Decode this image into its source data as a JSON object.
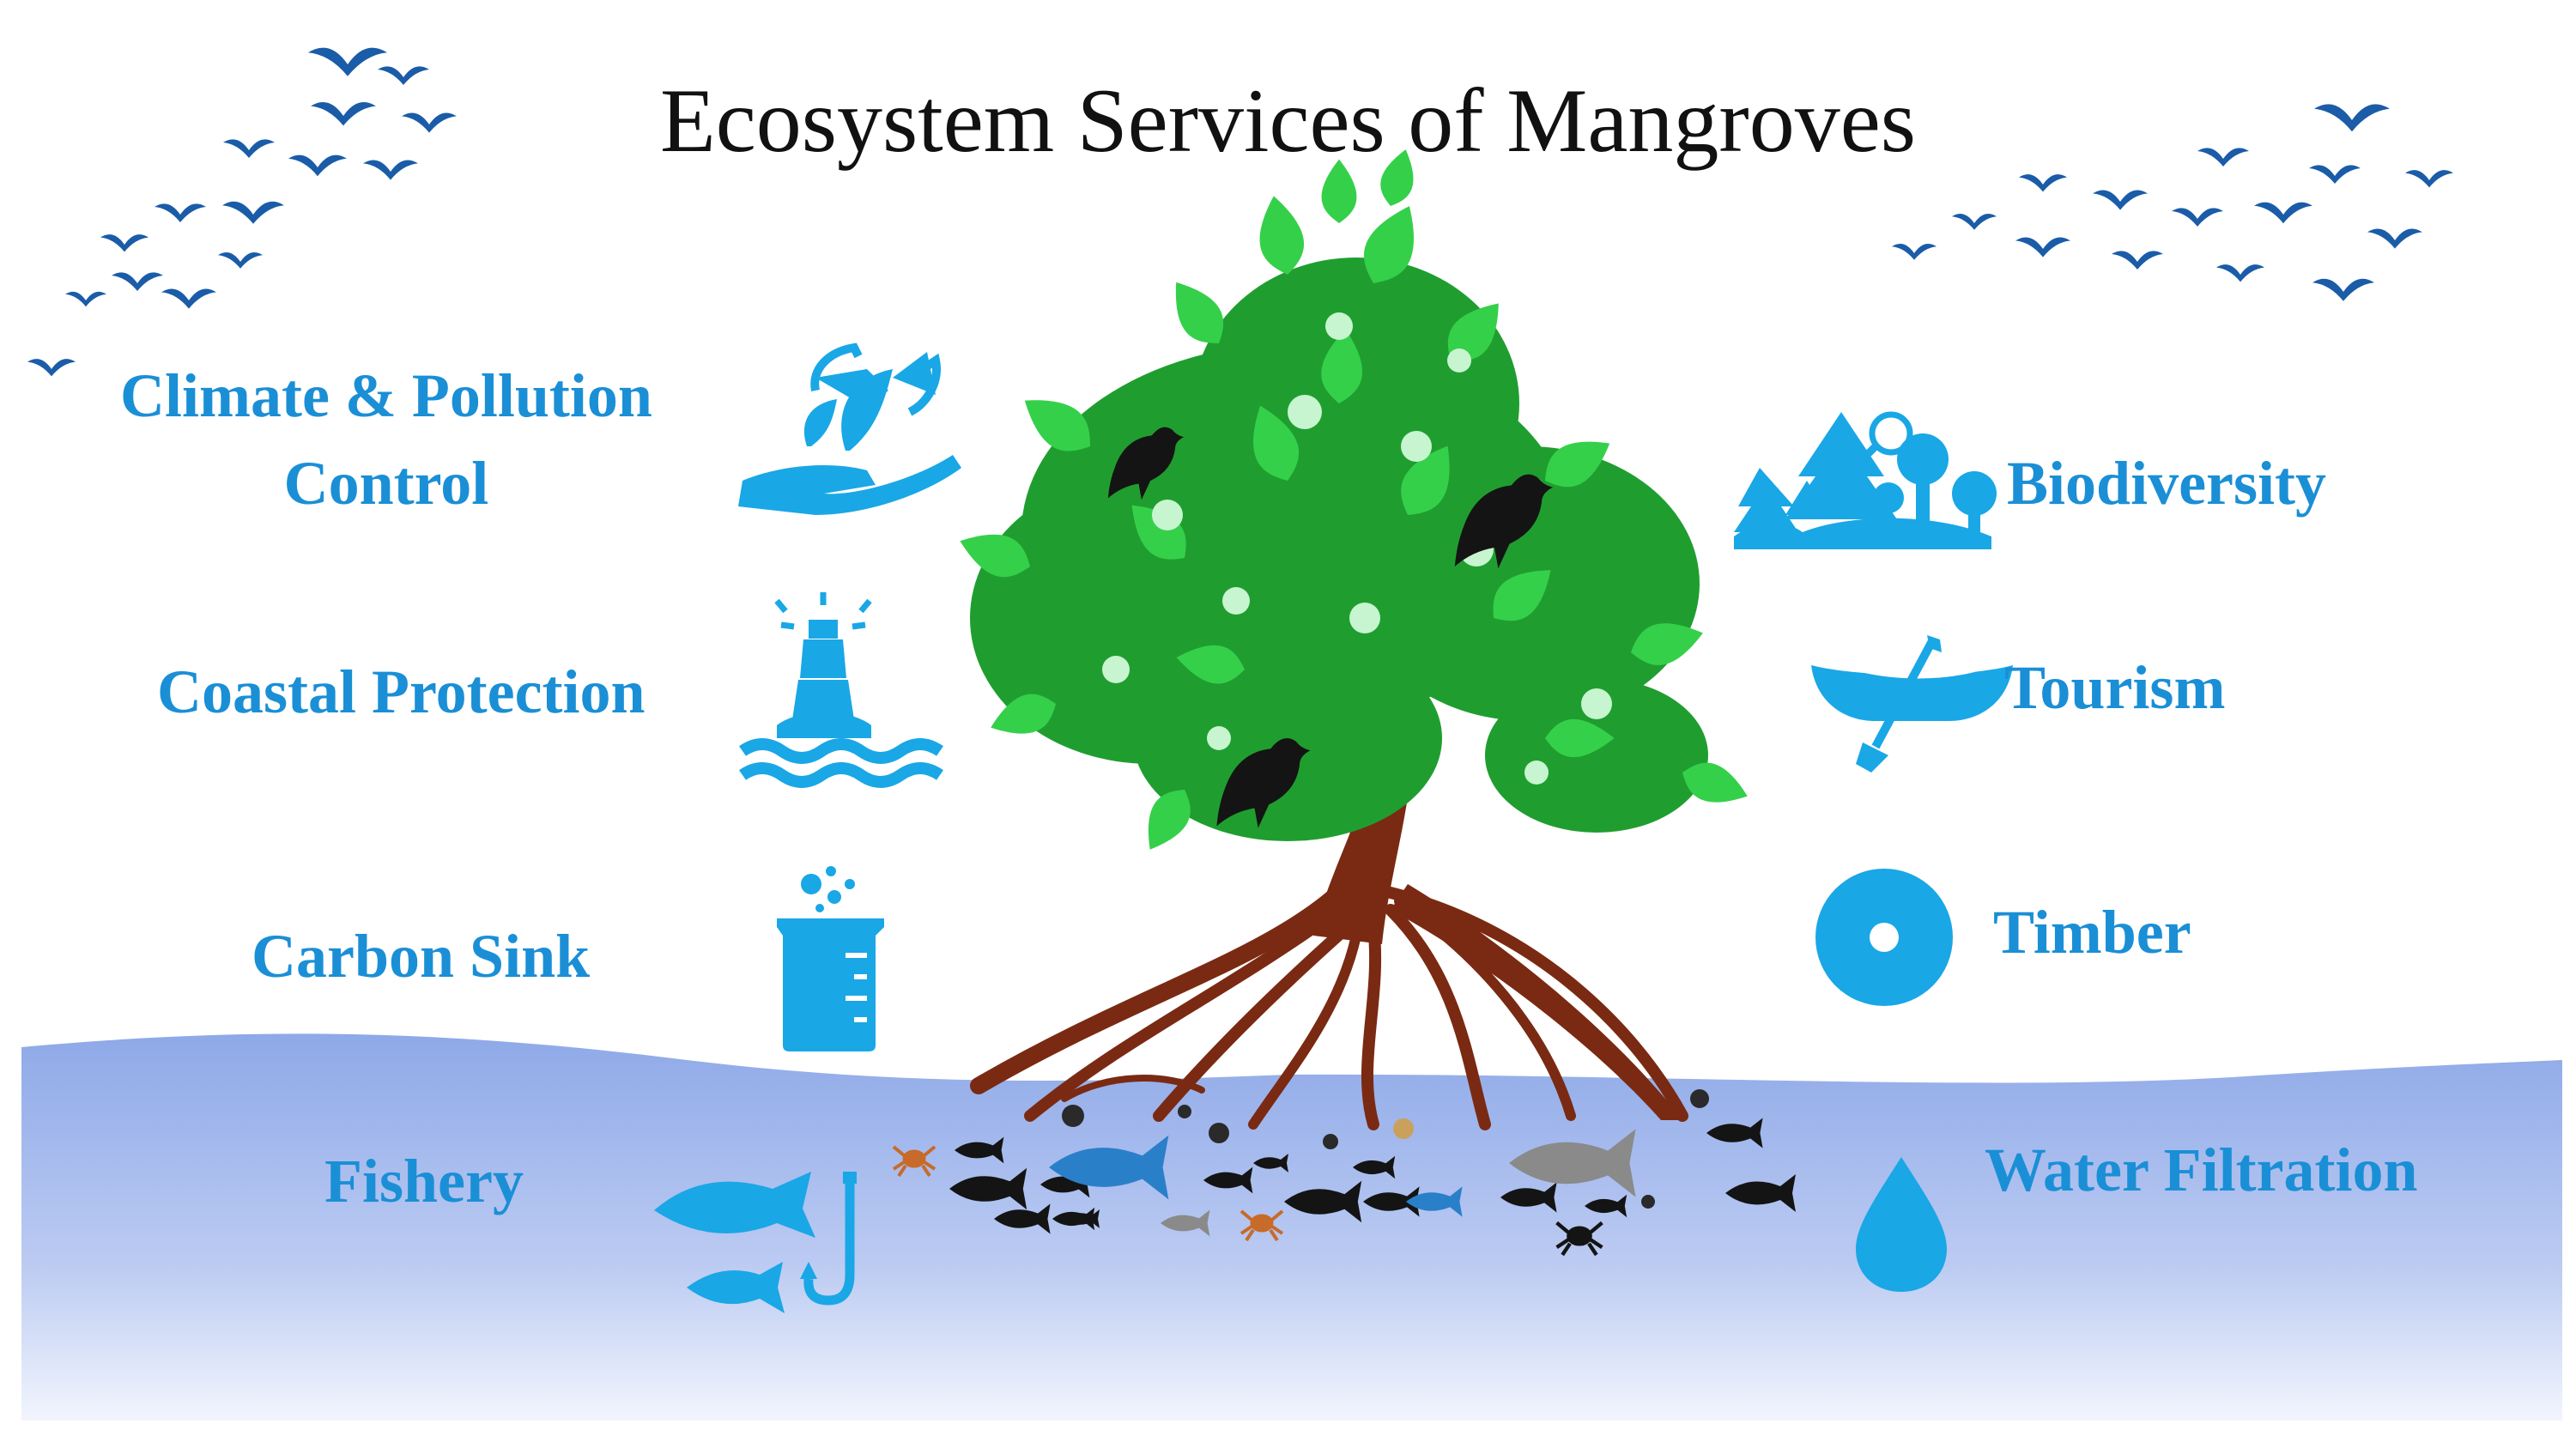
{
  "title": "Ecosystem Services of Mangroves",
  "colors": {
    "service_text": "#1a8fd6",
    "icon": "#19a7e6",
    "water": "#b7c8f0",
    "leaf": "#2ecc40",
    "trunk": "#7a2a12",
    "bird_sky": "#1a5ca8",
    "bird_tree": "#141414"
  },
  "services": {
    "left": [
      {
        "line1": "Climate & Pollution",
        "line2": "Control",
        "icon": "recycle-hand-icon"
      },
      {
        "label": "Coastal Protection",
        "icon": "lighthouse-icon"
      },
      {
        "label": "Carbon Sink",
        "icon": "beaker-icon"
      },
      {
        "label": "Fishery",
        "icon": "fish-hook-icon"
      }
    ],
    "right": [
      {
        "label": "Biodiversity",
        "icon": "forest-icon"
      },
      {
        "label": "Tourism",
        "icon": "canoe-icon"
      },
      {
        "label": "Timber",
        "icon": "saw-blade-icon"
      },
      {
        "label": "Water Filtration",
        "icon": "water-drop-icon"
      }
    ]
  }
}
